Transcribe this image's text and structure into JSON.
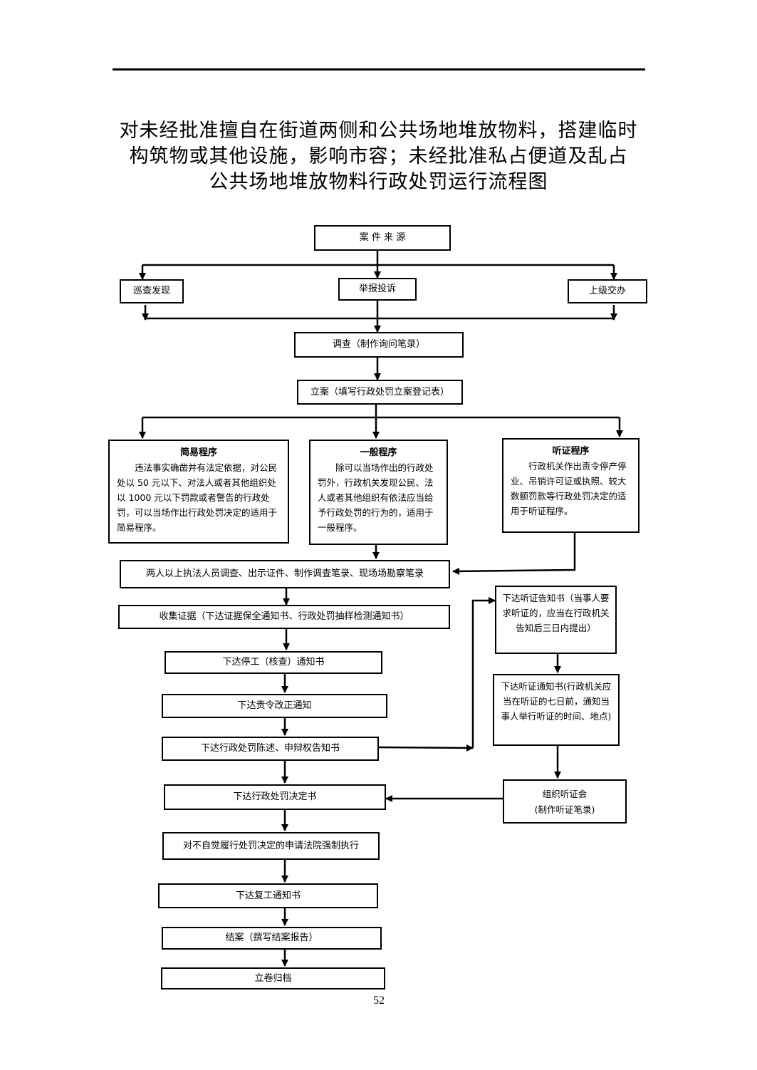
{
  "title": {
    "line1": "对未经批准擅自在街道两侧和公共场地堆放物料，搭建临时",
    "line2": "构筑物或其他设施，影响市容；未经批准私占便道及乱占",
    "line3": "公共场地堆放物料行政处罚运行流程图"
  },
  "nodes": {
    "source": "案 件 来 源",
    "patrol": "巡查发现",
    "report": "举报投诉",
    "superior": "上级交办",
    "investigate": "调查（制作询问笔录）",
    "register": "立案（填写行政处罚立案登记表）",
    "simple": {
      "title": "简易程序",
      "body": "违法事实确凿并有法定依据，对公民处以 50 元以下、对法人或者其他组织处以 1000 元以下罚款或者警告的行政处罚，可以当场作出行政处罚决定的适用于简易程序。"
    },
    "general": {
      "title": "一般程序",
      "body": "除可以当场作出的行政处罚外，行政机关发现公民、法人或者其他组织有依法应当给予行政处罚的行为的，适用于一般程序。"
    },
    "hearing": {
      "title": "听证程序",
      "body": "行政机关作出责令停产停业、吊销许可证或执照、较大数额罚款等行政处罚决定的适用于听证程序。"
    },
    "inspect": "两人以上执法人员调查、出示证件、制作调查笔录、现场场勘察笔录",
    "evidence": "收集证据（下达证据保全通知书、行政处罚抽样检测通知书）",
    "stopwork": "下达停工（核查）通知书",
    "correct": "下达责令改正通知",
    "inform": "下达行政处罚陈述、申辩权告知书",
    "decision": "下达行政处罚决定书",
    "enforce": "对不自觉履行处罚决定的申请法院强制执行",
    "resume": "下达复工通知书",
    "close": "结案（撰写结案报告）",
    "archive": "立卷归档",
    "hear_notice": "下达听证告知书（当事人要求听证的，应当在行政机关告知后三日内提出）",
    "hear_notify": "下达听证通知书(行政机关应当在听证的七日前，通知当事人举行听证的时间、地点)",
    "hear_meeting_1": "组织听证会",
    "hear_meeting_2": "(制作听证笔录)"
  },
  "page_number": "52"
}
